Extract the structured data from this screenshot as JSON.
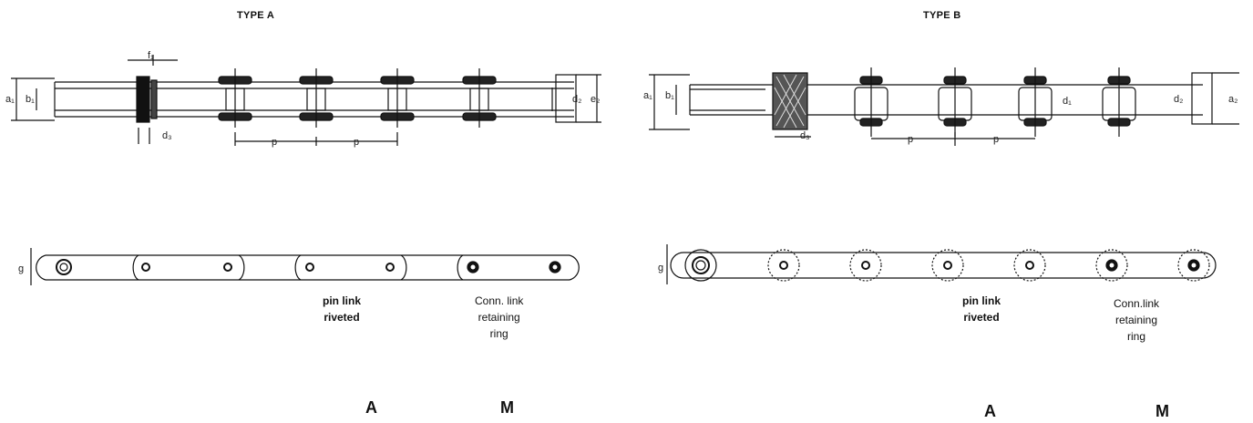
{
  "type_a": {
    "title": "TYPE A",
    "pin_note": [
      "pin link",
      "riveted"
    ],
    "conn_note": [
      "Conn. link",
      "retaining",
      "ring"
    ],
    "label_a": "A",
    "label_m": "M"
  },
  "type_b": {
    "title": "TYPE B",
    "pin_note": [
      "pin link",
      "riveted"
    ],
    "conn_note": [
      "Conn.link",
      "retaining",
      "ring"
    ],
    "label_a": "A",
    "label_m": "M"
  },
  "dims": {
    "a1": "a₁",
    "b1": "b₁",
    "d1": "d₁",
    "d2": "d₂",
    "d3": "d₃",
    "e2": "e₂",
    "a2": "a₂",
    "g": "g",
    "p": "p",
    "f": "f₁"
  }
}
